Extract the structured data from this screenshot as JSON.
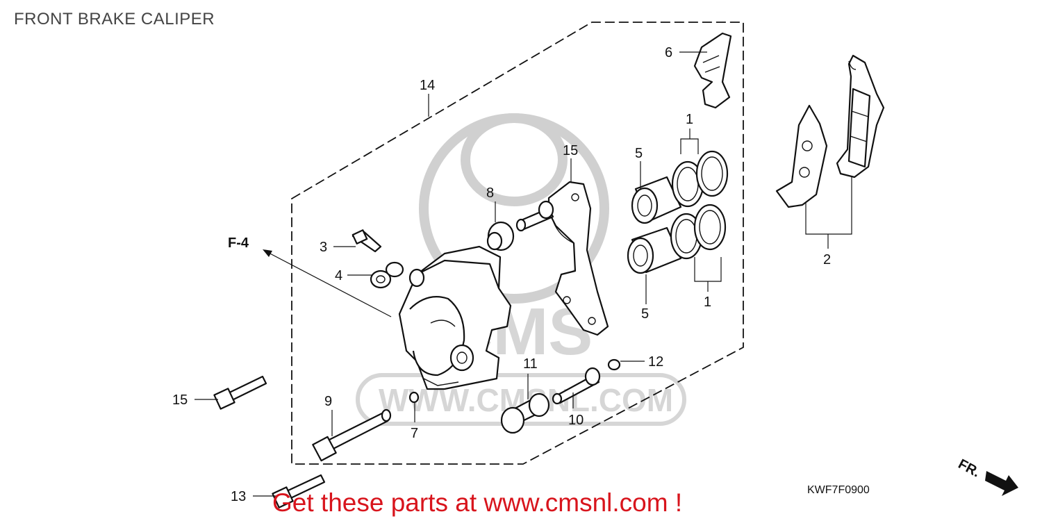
{
  "header": {
    "title": "FRONT BRAKE CALIPER"
  },
  "footer": {
    "cta": "Get these parts at www.cmsnl.com !",
    "diagram_code": "KWF7F0900"
  },
  "watermark": {
    "logo_text": "CMS",
    "url_text": "WWW.CMSNL.COM"
  },
  "markers": {
    "ref": "F-4",
    "direction": "FR."
  },
  "callouts": [
    {
      "id": "1a",
      "text": "1"
    },
    {
      "id": "1b",
      "text": "1"
    },
    {
      "id": "2",
      "text": "2"
    },
    {
      "id": "3",
      "text": "3"
    },
    {
      "id": "4",
      "text": "4"
    },
    {
      "id": "5a",
      "text": "5"
    },
    {
      "id": "5b",
      "text": "5"
    },
    {
      "id": "6",
      "text": "6"
    },
    {
      "id": "7",
      "text": "7"
    },
    {
      "id": "8",
      "text": "8"
    },
    {
      "id": "9",
      "text": "9"
    },
    {
      "id": "10",
      "text": "10"
    },
    {
      "id": "11",
      "text": "11"
    },
    {
      "id": "12",
      "text": "12"
    },
    {
      "id": "13",
      "text": "13"
    },
    {
      "id": "14",
      "text": "14"
    },
    {
      "id": "15a",
      "text": "15"
    },
    {
      "id": "15b",
      "text": "15"
    }
  ]
}
